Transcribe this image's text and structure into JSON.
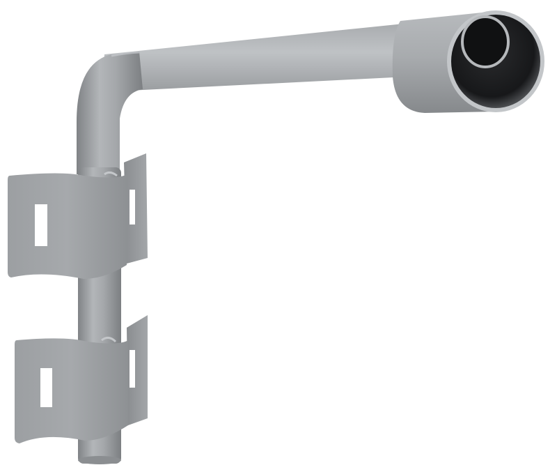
{
  "image": {
    "subject": "Gray powder-coated steel wall-mount pole bracket",
    "description": "L-shaped tubular arm with a larger socket sleeve at the end, mounted on a vertical post with two curved clamp plates, each having a rectangular slot",
    "background": "#ffffff",
    "colors": {
      "metal_light": "#b4b7ba",
      "metal_mid": "#9a9da0",
      "metal_dark": "#7d8084",
      "socket_interior": "#1d1e20",
      "plate": "#a2a5a8",
      "plate_shadow": "#85888b"
    },
    "parts": {
      "arm": "horizontal tube",
      "socket": "end sleeve with inner tube",
      "post": "vertical tube",
      "upper_clamp": "clamp plate with slot",
      "lower_clamp": "clamp plate with slot"
    }
  }
}
